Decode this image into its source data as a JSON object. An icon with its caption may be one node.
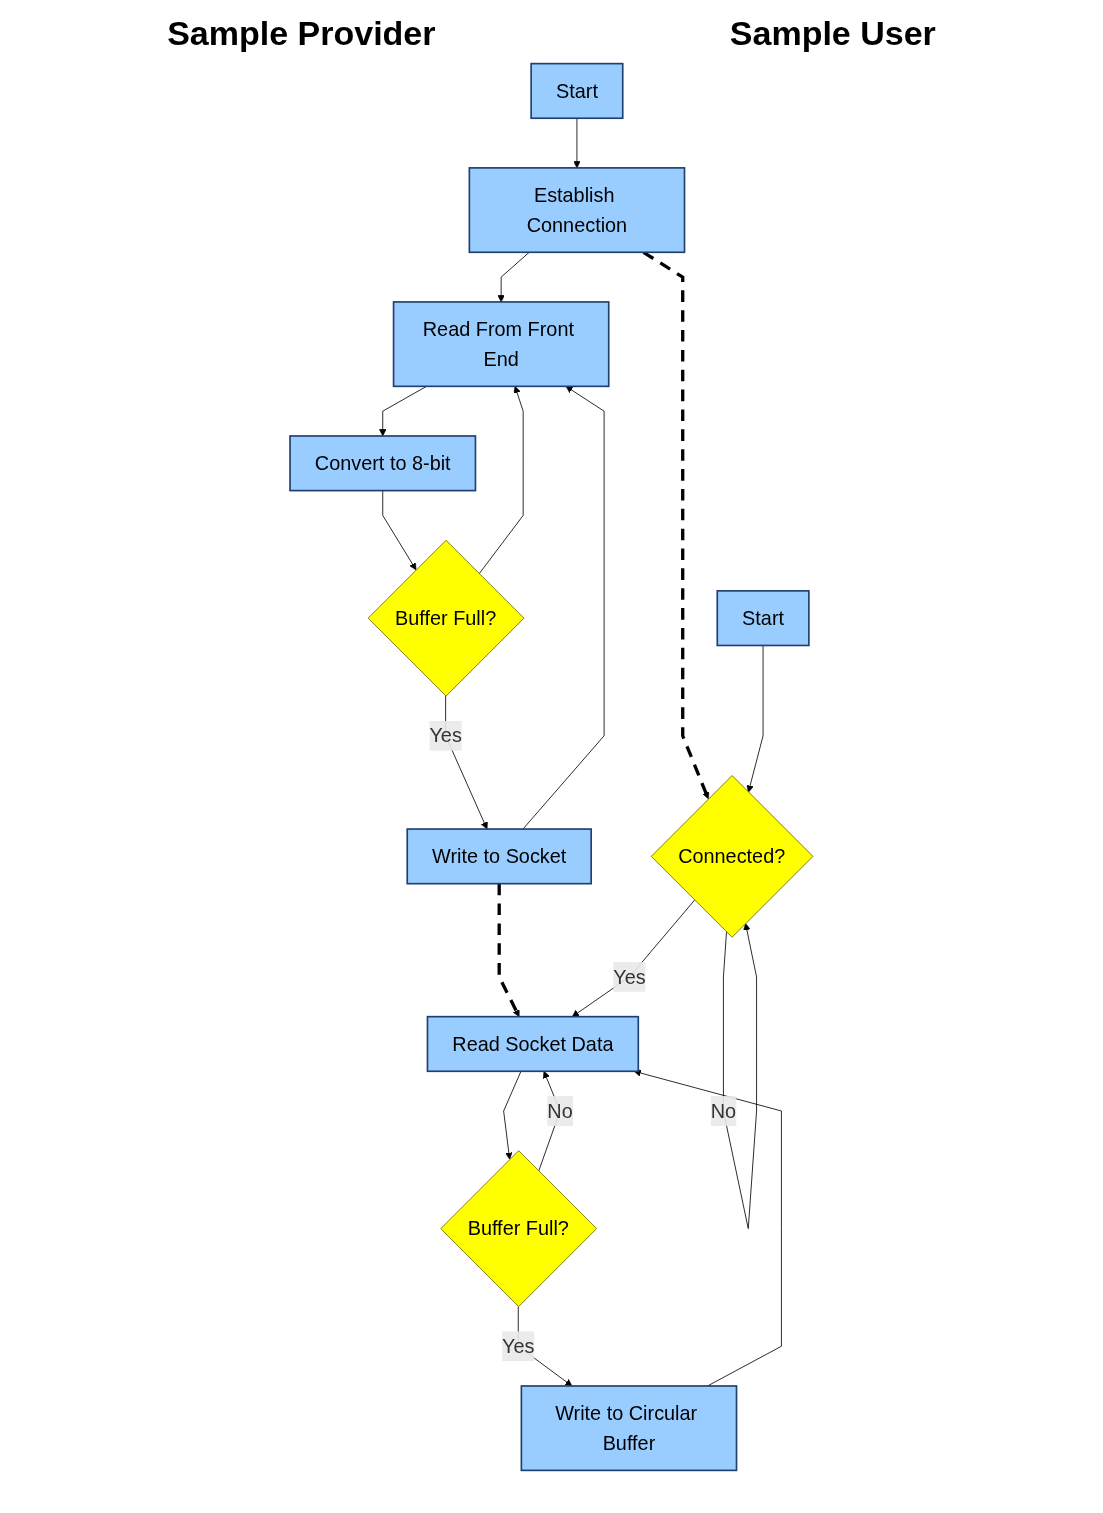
{
  "diagram": {
    "nodes": [
      {
        "text": [
          "Start"
        ]
      },
      {
        "text": [
          "Establish Connection"
        ]
      },
      {
        "text": [
          "Read From Front End"
        ]
      },
      {
        "text": [
          "Convert to 8-bit"
        ]
      },
      {
        "text": [
          "Buffer Full?"
        ]
      },
      {
        "text": [
          "Write to Socket"
        ]
      },
      {
        "text": [
          "Start"
        ]
      },
      {
        "text": [
          "Connected?"
        ]
      },
      {
        "text": [
          "Read Socket Data"
        ]
      },
      {
        "text": [
          "Buffer Full?"
        ]
      },
      {
        "text": [
          "Write to Circular Buffer"
        ]
      }
    ],
    "edges": [
      {
        "from": 0,
        "to": 1,
        "arrow": "to"
      },
      {
        "from": 1,
        "to": 2,
        "arrow": "to"
      },
      {
        "from": 2,
        "to": 3,
        "arrow": "to"
      },
      {
        "from": 3,
        "to": 4,
        "arrow": "to"
      },
      {
        "from": 4,
        "to": 5,
        "arrow": "to",
        "label": "Yes"
      },
      {
        "from": 4,
        "to": 2,
        "arrow": "to"
      },
      {
        "from": 5,
        "to": 2,
        "arrow": "to"
      },
      {
        "from": 1,
        "to": 7,
        "arrow": "to",
        "style": "dashed"
      },
      {
        "from": 5,
        "to": 8,
        "arrow": "to",
        "style": "dashed"
      },
      {
        "from": 6,
        "to": 7,
        "arrow": "to"
      },
      {
        "from": 7,
        "to": 7,
        "arrow": "to",
        "label": "No"
      },
      {
        "from": 7,
        "to": 8,
        "arrow": "to",
        "label": "Yes"
      },
      {
        "from": 8,
        "to": 9,
        "arrow": "to"
      },
      {
        "from": 9,
        "to": 8,
        "arrow": "to",
        "label": "No"
      },
      {
        "from": 9,
        "to": 10,
        "arrow": "to",
        "label": "Yes"
      },
      {
        "from": 10,
        "to": 8,
        "arrow": "to"
      }
    ],
    "labels": [
      "Sample Provider",
      "Sample User"
    ]
  }
}
